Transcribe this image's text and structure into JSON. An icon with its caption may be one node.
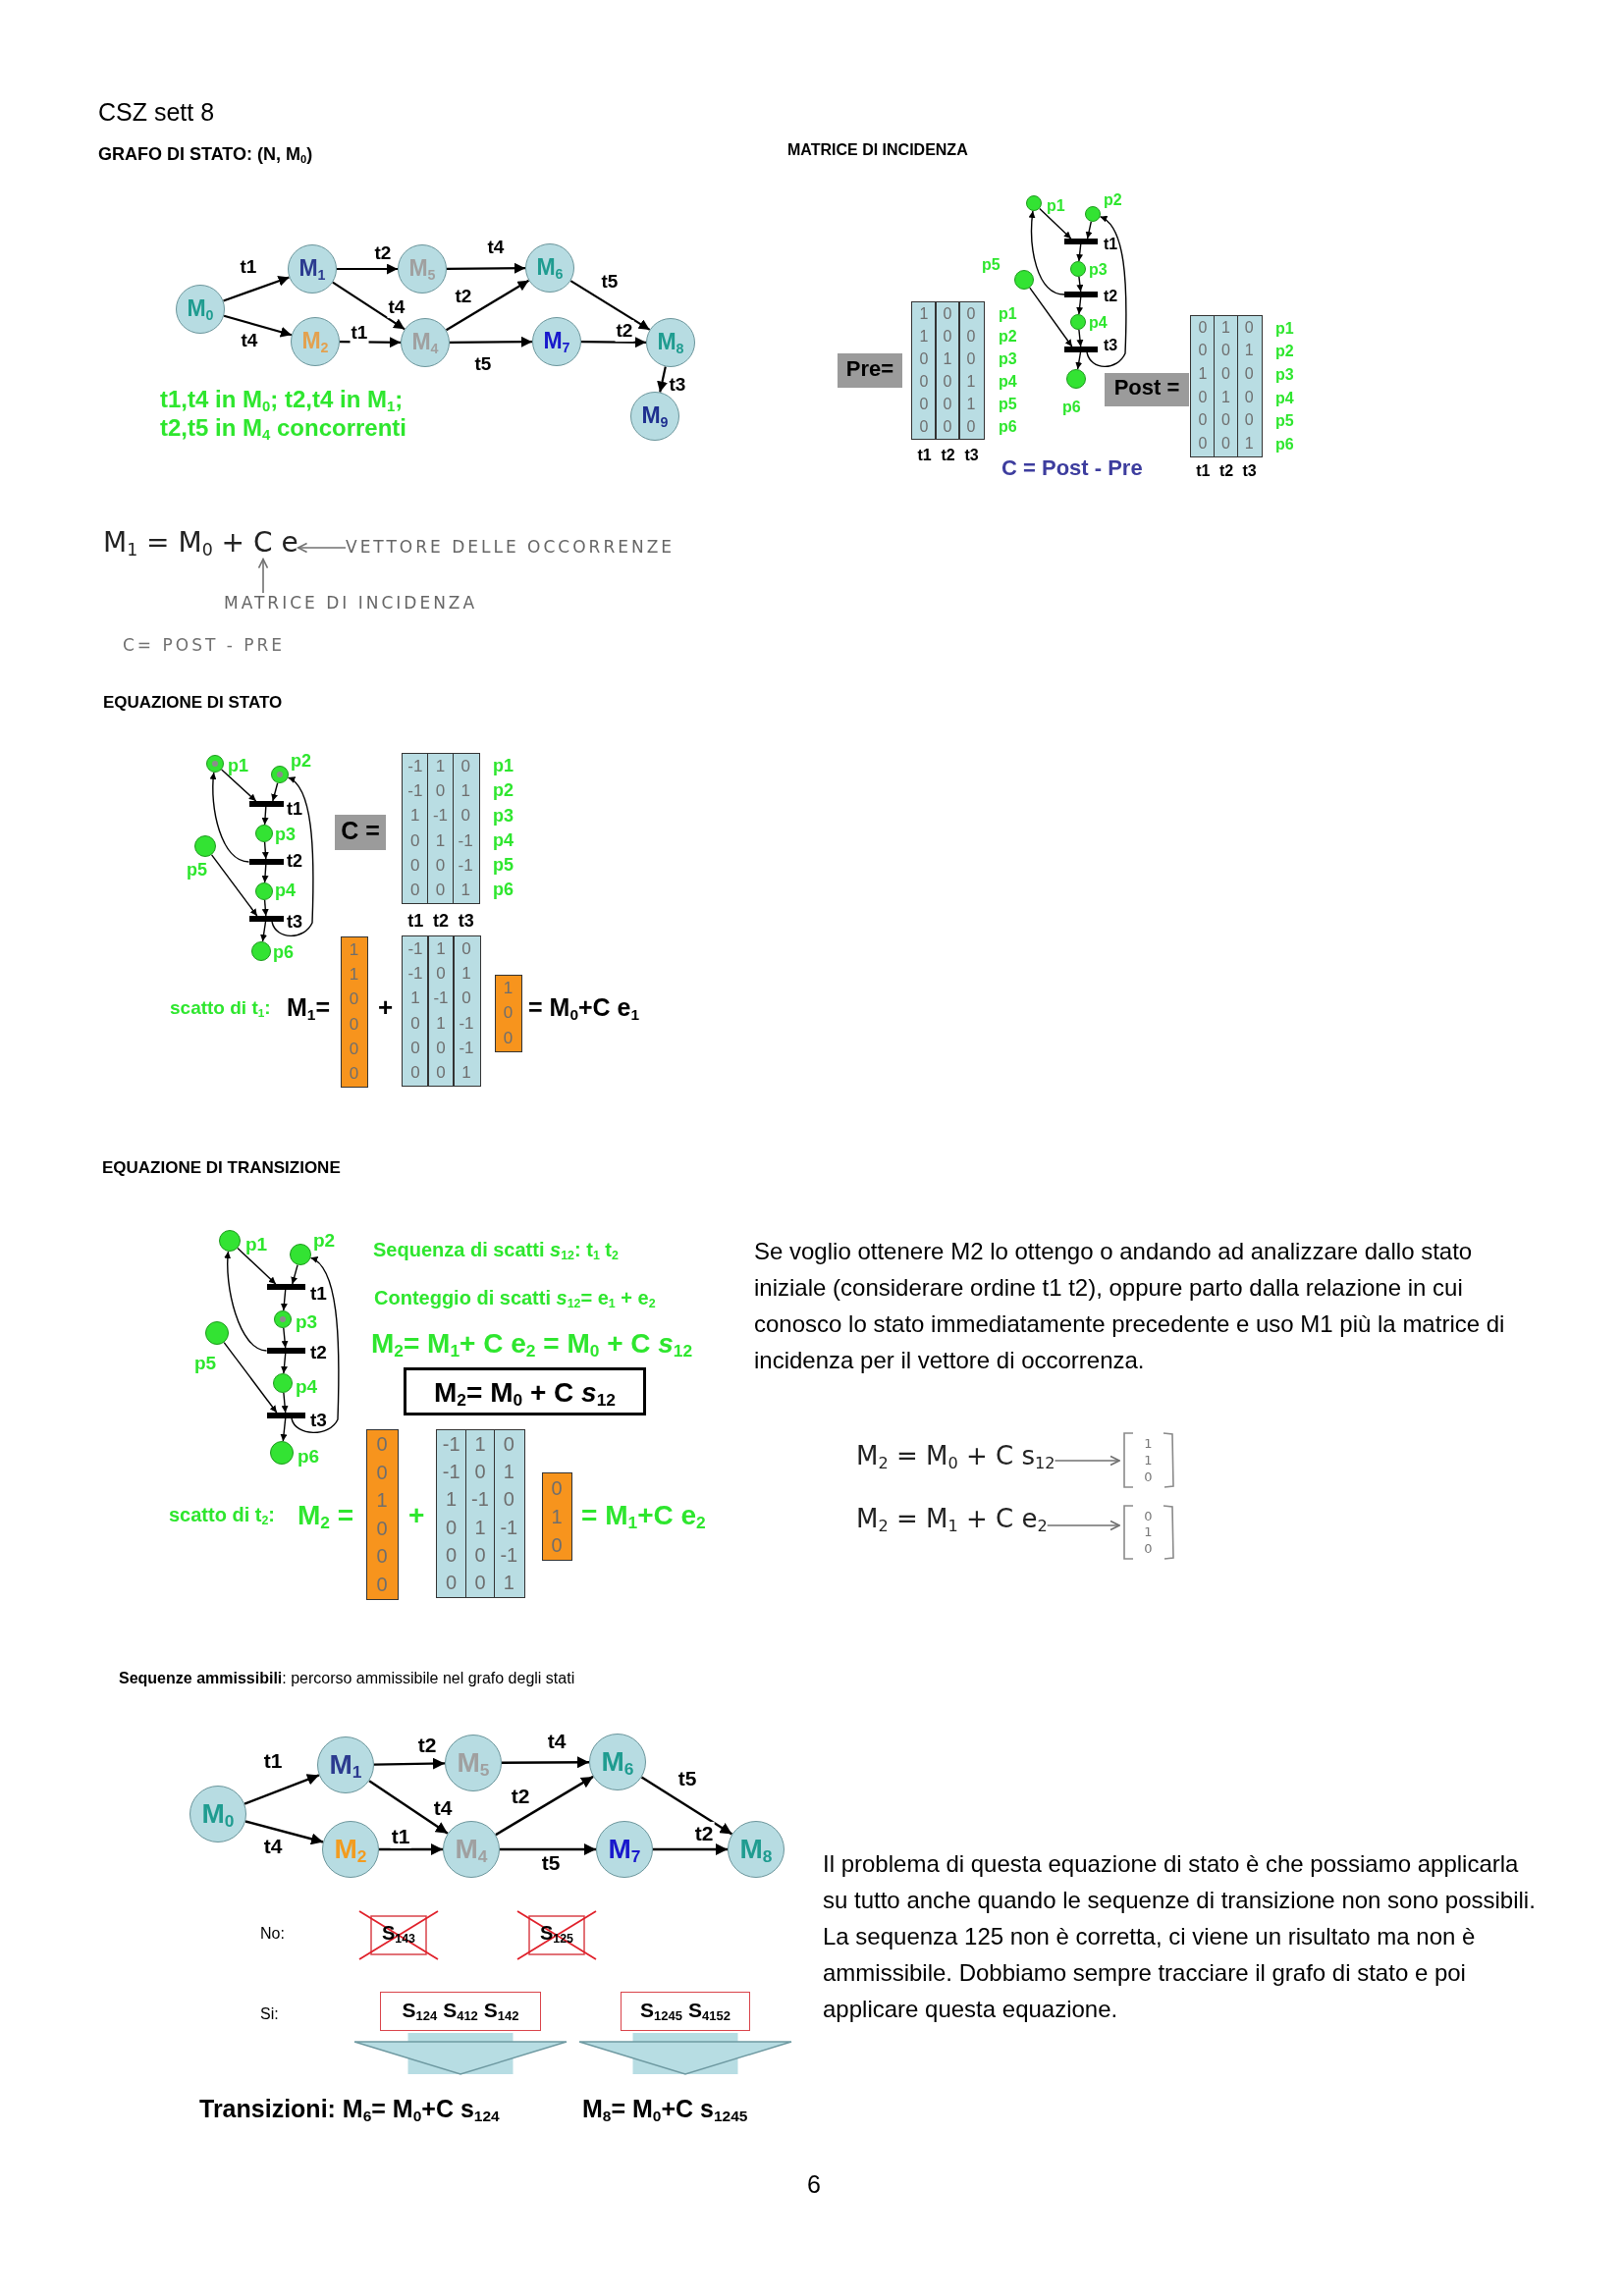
{
  "diagram": {
    "nodes": [
      {
        "text": [
          "M$_{0}$"
        ]
      },
      {
        "text": [
          "M$_{1}$"
        ]
      },
      {
        "text": [
          "M$_{2}$"
        ]
      },
      {
        "text": [
          "M$_{4}$"
        ]
      },
      {
        "text": [
          "M$_{5}$"
        ]
      },
      {
        "text": [
          "M$_{6}$"
        ]
      },
      {
        "text": [
          "M$_{7}$"
        ]
      },
      {
        "text": [
          "M$_{8}$"
        ]
      },
      {
        "text": [
          "M$_{9}$"
        ]
      },
      {
        "text": [
          "Pre="
        ]
      },
      {
        "text": [
          "1",
          "0",
          "0",
          "1",
          "0",
          "0",
          "0",
          "1",
          "0",
          "0",
          "0",
          "1",
          "0",
          "0",
          "1",
          "0",
          "0",
          "0"
        ],
        "beside": [
          "p1",
          "p2",
          "p3",
          "p4",
          "p5",
          "p6",
          "t1",
          "t2",
          "t3"
        ]
      },
      {
        "text": [],
        "shape": "circle",
        "beside": [
          "p1"
        ]
      },
      {
        "text": [],
        "shape": "circle",
        "beside": [
          "p2"
        ]
      },
      {
        "text": [],
        "shape": "bar",
        "beside": [
          "t1"
        ]
      },
      {
        "text": [],
        "shape": "circle",
        "beside": [
          "p3"
        ]
      },
      {
        "text": [],
        "shape": "circle",
        "beside": [
          "p5"
        ]
      },
      {
        "text": [],
        "shape": "bar",
        "beside": [
          "t2"
        ]
      },
      {
        "text": [],
        "shape": "circle",
        "beside": [
          "p4"
        ]
      },
      {
        "text": [],
        "shape": "bar",
        "beside": [
          "t3"
        ]
      },
      {
        "text": [],
        "shape": "circle",
        "beside": [
          "p6"
        ]
      },
      {
        "text": [
          "Post ="
        ]
      },
      {
        "text": [
          "0",
          "1",
          "0",
          "0",
          "0",
          "1",
          "1",
          "0",
          "0",
          "0",
          "1",
          "0",
          "0",
          "0",
          "0",
          "0",
          "0",
          "1"
        ],
        "beside": [
          "p1",
          "p2",
          "p3",
          "p4",
          "p5",
          "p6",
          "t1",
          "t2",
          "t3"
        ]
      },
      {
        "text": [
          "M$_{1}$ = M$_{0}$ + C e"
        ]
      },
      {
        "text": [
          "VETTORE DELLE OCCORRENZE"
        ]
      },
      {
        "text": [
          "MATRICE DI INCIDENZA"
        ]
      },
      {
        "text": [],
        "shape": "circle",
        "beside": [
          "p1"
        ]
      },
      {
        "text": [],
        "shape": "circle",
        "beside": [
          "p2"
        ]
      },
      {
        "text": [],
        "shape": "bar",
        "beside": [
          "t1"
        ]
      },
      {
        "text": [],
        "shape": "circle",
        "beside": [
          "p3"
        ]
      },
      {
        "text": [],
        "shape": "circle",
        "beside": [
          "p5"
        ]
      },
      {
        "text": [],
        "shape": "bar",
        "beside": [
          "t2"
        ]
      },
      {
        "text": [],
        "shape": "circle",
        "beside": [
          "p4"
        ]
      },
      {
        "text": [],
        "shape": "bar",
        "beside": [
          "t3"
        ]
      },
      {
        "text": [],
        "shape": "circle",
        "beside": [
          "p6"
        ]
      },
      {
        "text": [
          "C ="
        ]
      },
      {
        "text": [
          "-1",
          "1",
          "0",
          "-1",
          "0",
          "1",
          "1",
          "-1",
          "0",
          "0",
          "1",
          "-1",
          "0",
          "0",
          "-1",
          "0",
          "0",
          "1"
        ],
        "beside": [
          "p1",
          "p2",
          "p3",
          "p4",
          "p5",
          "p6",
          "t1",
          "t2",
          "t3"
        ]
      },
      {
        "text": [
          "1",
          "1",
          "0",
          "0",
          "0",
          "0"
        ]
      },
      {
        "text": [
          "-1",
          "1",
          "0",
          "-1",
          "0",
          "1",
          "1",
          "-1",
          "0",
          "0",
          "1",
          "-1",
          "0",
          "0",
          "-1",
          "0",
          "0",
          "1"
        ]
      },
      {
        "text": [
          "1",
          "0",
          "0"
        ]
      },
      {
        "text": [],
        "shape": "circle",
        "beside": [
          "p1"
        ]
      },
      {
        "text": [],
        "shape": "circle",
        "beside": [
          "p2"
        ]
      },
      {
        "text": [],
        "shape": "bar",
        "beside": [
          "t1"
        ]
      },
      {
        "text": [],
        "shape": "circle",
        "beside": [
          "p3"
        ]
      },
      {
        "text": [],
        "shape": "circle",
        "beside": [
          "p5"
        ]
      },
      {
        "text": [],
        "shape": "bar",
        "beside": [
          "t2"
        ]
      },
      {
        "text": [],
        "shape": "circle",
        "beside": [
          "p4"
        ]
      },
      {
        "text": [],
        "shape": "bar",
        "beside": [
          "t3"
        ]
      },
      {
        "text": [],
        "shape": "circle",
        "beside": [
          "p6"
        ]
      },
      {
        "text": [
          "M$_{2}$= M$_{0}$ + C *s*$_{12}$"
        ]
      },
      {
        "text": [
          "0",
          "0",
          "1",
          "0",
          "0",
          "0"
        ]
      },
      {
        "text": [
          "-1",
          "1",
          "0",
          "-1",
          "0",
          "1",
          "1",
          "-1",
          "0",
          "0",
          "1",
          "-1",
          "0",
          "0",
          "-1",
          "0",
          "0",
          "1"
        ]
      },
      {
        "text": [
          "0",
          "1",
          "0"
        ]
      },
      {
        "text": [
          "M$_{2}$ = M$_{0}$ + C s$_{12}$"
        ]
      },
      {
        "text": [
          "1",
          "1",
          "0"
        ]
      },
      {
        "text": [
          "M$_{2}$ = M$_{1}$ + C e$_{2}$"
        ]
      },
      {
        "text": [
          "0",
          "1",
          "0"
        ]
      },
      {
        "text": [
          "M$_{0}$"
        ]
      },
      {
        "text": [
          "M$_{1}$"
        ]
      },
      {
        "text": [
          "M$_{2}$"
        ]
      },
      {
        "text": [
          "M$_{4}$"
        ]
      },
      {
        "text": [
          "M$_{5}$"
        ]
      },
      {
        "text": [
          "M$_{6}$"
        ]
      },
      {
        "text": [
          "M$_{7}$"
        ]
      },
      {
        "text": [
          "M$_{8}$"
        ]
      },
      {
        "text": [
          "S$_{143}$"
        ]
      },
      {
        "text": [
          "S$_{125}$"
        ]
      },
      {
        "text": [
          "S$_{124}$ S$_{412}$ S$_{142}$"
        ]
      },
      {
        "text": [
          "S$_{1245}$ S$_{4152}$"
        ]
      },
      {
        "text": [
          "Transizioni: M$_{6}$= M$_{0}$+C s$_{124}$"
        ]
      },
      {
        "text": [
          "M$_{8}$= M$_{0}$+C s$_{1245}$"
        ]
      }
    ],
    "edges": [
      {
        "from": 0,
        "to": 1,
        "arrow": "to",
        "label": "t1"
      },
      {
        "from": 0,
        "to": 2,
        "arrow": "to",
        "label": "t4"
      },
      {
        "from": 1,
        "to": 4,
        "arrow": "to",
        "label": "t2"
      },
      {
        "from": 1,
        "to": 3,
        "arrow": "to",
        "label": "t4"
      },
      {
        "from": 2,
        "to": 3,
        "arrow": "to",
        "label": "t1"
      },
      {
        "from": 4,
        "to": 5,
        "arrow": "to",
        "label": "t4"
      },
      {
        "from": 3,
        "to": 5,
        "arrow": "to",
        "label": "t2"
      },
      {
        "from": 3,
        "to": 6,
        "arrow": "to",
        "label": "t5"
      },
      {
        "from": 5,
        "to": 7,
        "arrow": "to",
        "label": "t5"
      },
      {
        "from": 6,
        "to": 7,
        "arrow": "to",
        "label": "t2"
      },
      {
        "from": 7,
        "to": 8,
        "arrow": "to",
        "label": "t3"
      },
      {
        "from": 11,
        "to": 13,
        "arrow": "to"
      },
      {
        "from": 12,
        "to": 13,
        "arrow": "to"
      },
      {
        "from": 13,
        "to": 14,
        "arrow": "to"
      },
      {
        "from": 14,
        "to": 16,
        "arrow": "to"
      },
      {
        "from": 16,
        "to": 11,
        "arrow": "to"
      },
      {
        "from": 16,
        "to": 17,
        "arrow": "to"
      },
      {
        "from": 17,
        "to": 18,
        "arrow": "to"
      },
      {
        "from": 15,
        "to": 18,
        "arrow": "to"
      },
      {
        "from": 18,
        "to": 19,
        "arrow": "to"
      },
      {
        "from": 18,
        "to": 12,
        "arrow": "to"
      },
      {
        "from": 23,
        "to": 22,
        "arrow": "to",
        "color": "#707070"
      },
      {
        "from": 24,
        "to": 22,
        "arrow": "to",
        "color": "#707070"
      },
      {
        "from": 25,
        "to": 27,
        "arrow": "to"
      },
      {
        "from": 26,
        "to": 27,
        "arrow": "to"
      },
      {
        "from": 27,
        "to": 28,
        "arrow": "to"
      },
      {
        "from": 28,
        "to": 30,
        "arrow": "to"
      },
      {
        "from": 30,
        "to": 25,
        "arrow": "to"
      },
      {
        "from": 30,
        "to": 31,
        "arrow": "to"
      },
      {
        "from": 31,
        "to": 32,
        "arrow": "to"
      },
      {
        "from": 29,
        "to": 32,
        "arrow": "to"
      },
      {
        "from": 32,
        "to": 33,
        "arrow": "to"
      },
      {
        "from": 32,
        "to": 26,
        "arrow": "to"
      },
      {
        "from": 39,
        "to": 41,
        "arrow": "to"
      },
      {
        "from": 40,
        "to": 41,
        "arrow": "to"
      },
      {
        "from": 41,
        "to": 42,
        "arrow": "to"
      },
      {
        "from": 42,
        "to": 44,
        "arrow": "to"
      },
      {
        "from": 44,
        "to": 39,
        "arrow": "to"
      },
      {
        "from": 44,
        "to": 45,
        "arrow": "to"
      },
      {
        "from": 45,
        "to": 46,
        "arrow": "to"
      },
      {
        "from": 43,
        "to": 46,
        "arrow": "to"
      },
      {
        "from": 46,
        "to": 47,
        "arrow": "to"
      },
      {
        "from": 46,
        "to": 40,
        "arrow": "to"
      },
      {
        "from": 52,
        "to": 53,
        "arrow": "to",
        "color": "#707070"
      },
      {
        "from": 54,
        "to": 55,
        "arrow": "to",
        "color": "#707070"
      },
      {
        "from": 56,
        "to": 57,
        "arrow": "to",
        "label": "t1"
      },
      {
        "from": 56,
        "to": 58,
        "arrow": "to",
        "label": "t4"
      },
      {
        "from": 57,
        "to": 60,
        "arrow": "to",
        "label": "t2"
      },
      {
        "from": 57,
        "to": 59,
        "arrow": "to",
        "label": "t4"
      },
      {
        "from": 58,
        "to": 59,
        "arrow": "to",
        "label": "t1"
      },
      {
        "from": 60,
        "to": 61,
        "arrow": "to",
        "label": "t4"
      },
      {
        "from": 59,
        "to": 61,
        "arrow": "to",
        "label": "t2"
      },
      {
        "from": 59,
        "to": 62,
        "arrow": "to",
        "label": "t5"
      },
      {
        "from": 61,
        "to": 63,
        "arrow": "to",
        "label": "t5"
      },
      {
        "from": 62,
        "to": 63,
        "arrow": "to",
        "label": "t2"
      },
      {
        "from": 66,
        "to": 68,
        "arrow": "to",
        "style": "thick",
        "color": "#b7dde3"
      },
      {
        "from": 67,
        "to": 69,
        "arrow": "to",
        "style": "thick",
        "color": "#b7dde3"
      }
    ],
    "labels": [
      "CSZ sett 8",
      "GRAFO DI STATO: (N, M$_{0}$)",
      "MATRICE DI INCIDENZA",
      "t1,t4 in M$_{0}$; t2,t4 in M$_{1}$; t2,t5 in M$_{4}$ concorrenti",
      "C = Post - Pre",
      "C= POST - PRE",
      "EQUAZIONE DI STATO",
      "scatto di t$_{1}$:",
      "M$_{1}$=",
      "+",
      "= M$_{0}$+C e$_{1}$",
      "EQUAZIONE DI TRANSIZIONE",
      "Sequenza di scatti *s*$_{12}$: t$_{1}$ t$_{2}$",
      "Conteggio di scatti *s*$_{12}$= e$_{1}$ + e$_{2}$",
      "M$_{2}$= M$_{1}$+ C e$_{2}$ = M$_{0}$ + C *s*$_{12}$",
      "Se voglio ottenere M2 lo ottengo o andando ad analizzare dallo stato iniziale (considerare ordine t1 t2), oppure parto dalla relazione in cui conosco lo stato immediatamente precedente e uso M1 più la matrice di incidenza per il vettore di occorrenza.",
      "scatto di t$_{2}$:",
      "M$_{2}$ =",
      "+",
      "= M$_{1}$+C e$_{2}$",
      "**Sequenze ammissibili**: percorso ammissibile nel grafo degli stati",
      "No:",
      "Il problema di questa equazione di stato è che possiamo applicarla su tutto anche quando le sequenze di transizione non sono possibili. La sequenza 125 non è corretta, ci viene un risultato ma non è ammissibile. Dobbiamo sempre tracciare il grafo di stato e poi applicare questa equazione.",
      "Si:",
      "6"
    ]
  }
}
